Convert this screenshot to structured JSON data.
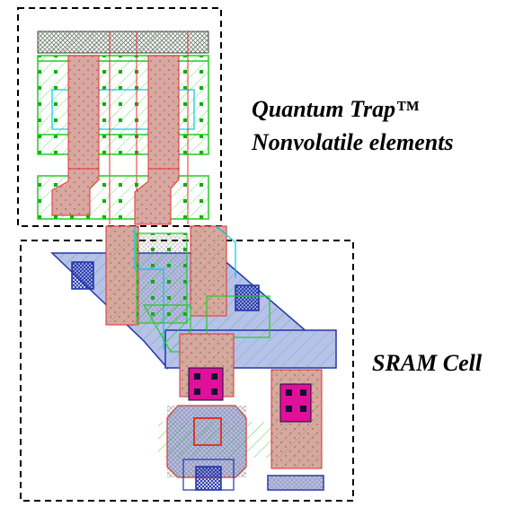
{
  "labels": {
    "quantum_trap_line1": "Quantum Trap™",
    "quantum_trap_line2": "Nonvolatile elements",
    "sram_cell": "SRAM Cell"
  },
  "colors": {
    "background": "#ffffff",
    "diffusion_green": "#22cc22",
    "contact_green": "#00b000",
    "poly_red": "#e03030",
    "poly_fill": "#d8a0a0",
    "metal_blue": "#2233aa",
    "metal_fill": "#b8c0ec",
    "via_magenta": "#e0109a",
    "via_center": "#101030",
    "cyan_line": "#00c8e8",
    "border_black": "#000000",
    "hatch_gray": "#8a8a8a"
  }
}
